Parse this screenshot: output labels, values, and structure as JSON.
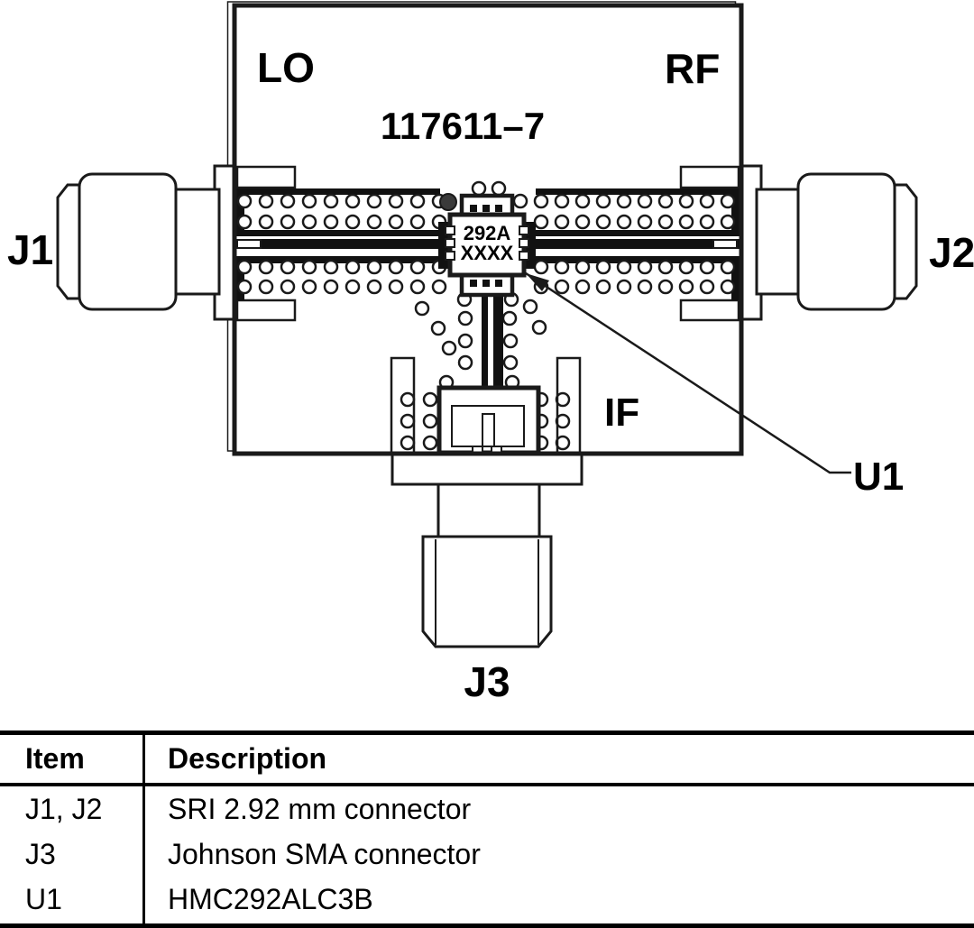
{
  "diagram": {
    "board_number": "117611–7",
    "labels": {
      "lo": "LO",
      "rf": "RF",
      "if": "IF",
      "j1": "J1",
      "j2": "J2",
      "j3": "J3",
      "u1": "U1"
    },
    "chip": {
      "line1": "292A",
      "line2": "XXXX"
    }
  },
  "table": {
    "headers": {
      "item": "Item",
      "description": "Description"
    },
    "rows": [
      {
        "item": "J1, J2",
        "description": "SRI 2.92 mm connector"
      },
      {
        "item": "J3",
        "description": "Johnson SMA connector"
      },
      {
        "item": "U1",
        "description": "HMC292ALC3B"
      }
    ]
  },
  "colors": {
    "line": "#1a1a1a",
    "text": "#000000",
    "background": "#ffffff"
  }
}
